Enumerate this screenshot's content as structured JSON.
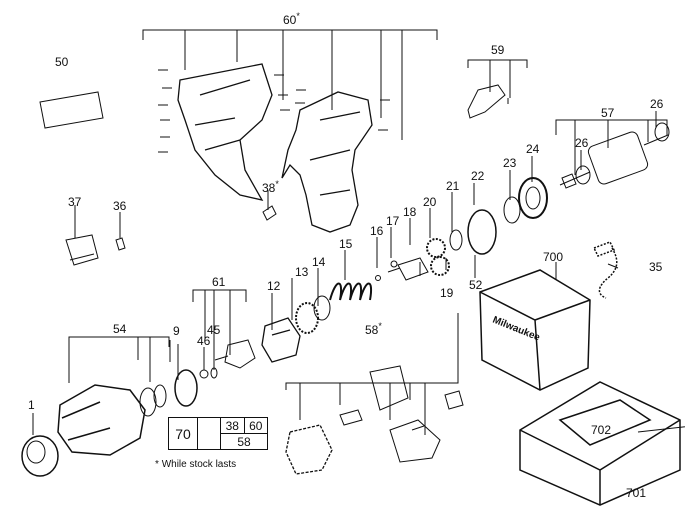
{
  "part_labels": {
    "p1": "1",
    "p9": "9",
    "p12": "12",
    "p13": "13",
    "p14": "14",
    "p15": "15",
    "p16": "16",
    "p17": "17",
    "p18": "18",
    "p19": "19",
    "p20": "20",
    "p21": "21",
    "p22": "22",
    "p23": "23",
    "p24": "24",
    "p26a": "26",
    "p26b": "26",
    "p35": "35",
    "p36": "36",
    "p37": "37",
    "p38": "38",
    "p45": "45",
    "p46": "46",
    "p50": "50",
    "p52": "52",
    "p54": "54",
    "p57": "57",
    "p58": "58",
    "p59": "59",
    "p60": "60",
    "p61": "61",
    "p700": "700",
    "p701": "701",
    "p702": "702"
  },
  "star_mark": "*",
  "ref_table": {
    "group": "70",
    "cell_a": "38",
    "cell_b": "60",
    "cell_c": "58"
  },
  "footnote": {
    "star": "*",
    "text": "While stock lasts"
  },
  "brand": {
    "logo_text": "Milwaukee",
    "accent": "#111111"
  }
}
